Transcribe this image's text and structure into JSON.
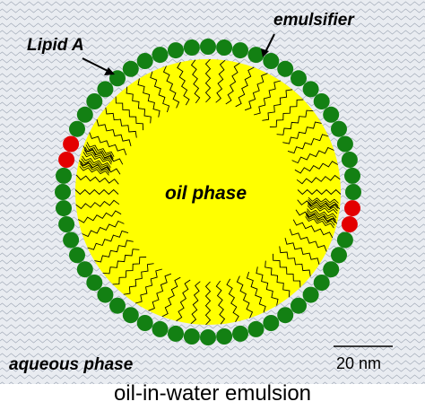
{
  "labels": {
    "emulsifier": "emulsifier",
    "lipid_a": "Lipid A",
    "oil_phase": "oil phase",
    "aqueous_phase": "aqueous phase",
    "scale_bar": "20 nm"
  },
  "caption": "oil-in-water emulsion",
  "colors": {
    "water_background": "#e9ecf1",
    "water_wave": "#a7afbc",
    "oil": "#ffff00",
    "emulsifier_head": "#138013",
    "lipid_a_head": "#e30000",
    "tail": "#000000"
  }
}
